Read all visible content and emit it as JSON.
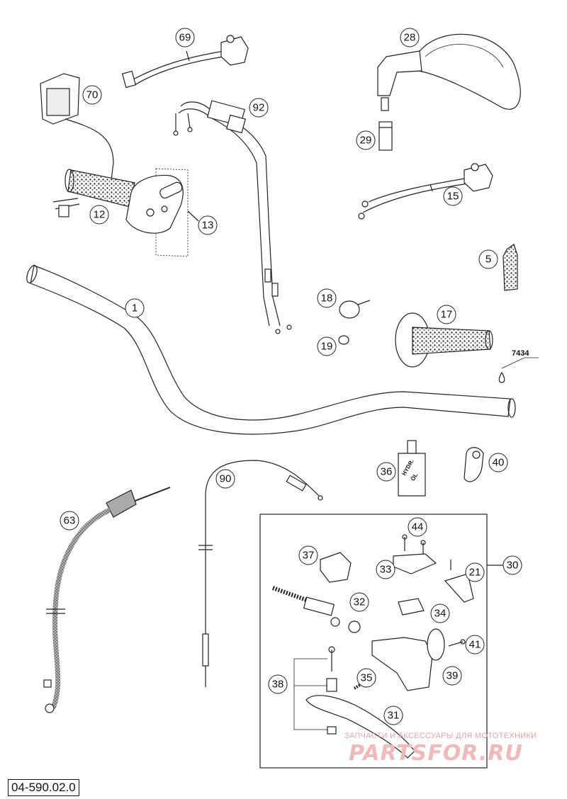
{
  "diagram": {
    "reference_number": "04-590.02.0",
    "kit_label": "7434",
    "part_numbers": {
      "p1": "1",
      "p5": "5",
      "p12": "12",
      "p13": "13",
      "p15": "15",
      "p17": "17",
      "p18": "18",
      "p19": "19",
      "p21": "21",
      "p28": "28",
      "p29": "29",
      "p30": "30",
      "p31": "31",
      "p32": "32",
      "p33": "33",
      "p34": "34",
      "p35": "35",
      "p36": "36",
      "p37": "37",
      "p38": "38",
      "p39": "39",
      "p40": "40",
      "p41": "41",
      "p44": "44",
      "p63": "63",
      "p69": "69",
      "p70": "70",
      "p90": "90",
      "p92": "92"
    },
    "oil_bottle_text": [
      "HYDR.",
      "ÖL"
    ]
  },
  "watermark": {
    "caption": "ЗАПЧАСТИ И АКСЕССУАРЫ ДЛЯ МОТОТЕХНИКИ",
    "brand": "PARTSFOR.RU"
  }
}
